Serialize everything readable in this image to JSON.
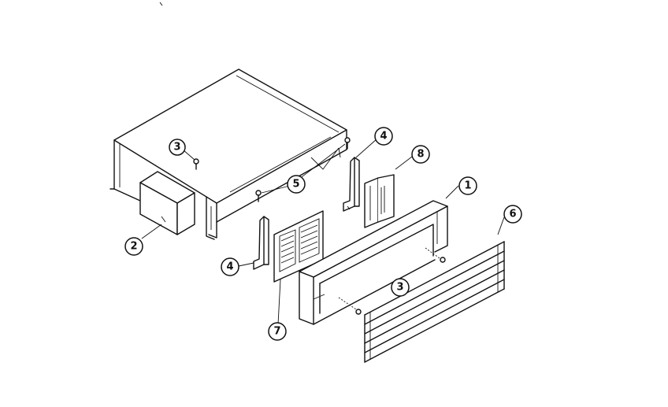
{
  "callouts": [
    {
      "id": "c1",
      "label": "1"
    },
    {
      "id": "c2",
      "label": "2"
    },
    {
      "id": "c3a",
      "label": "3"
    },
    {
      "id": "c3b",
      "label": "3"
    },
    {
      "id": "c4a",
      "label": "4"
    },
    {
      "id": "c4b",
      "label": "4"
    },
    {
      "id": "c5",
      "label": "5"
    },
    {
      "id": "c6",
      "label": "6"
    },
    {
      "id": "c7",
      "label": "7"
    },
    {
      "id": "c8",
      "label": "8"
    }
  ]
}
